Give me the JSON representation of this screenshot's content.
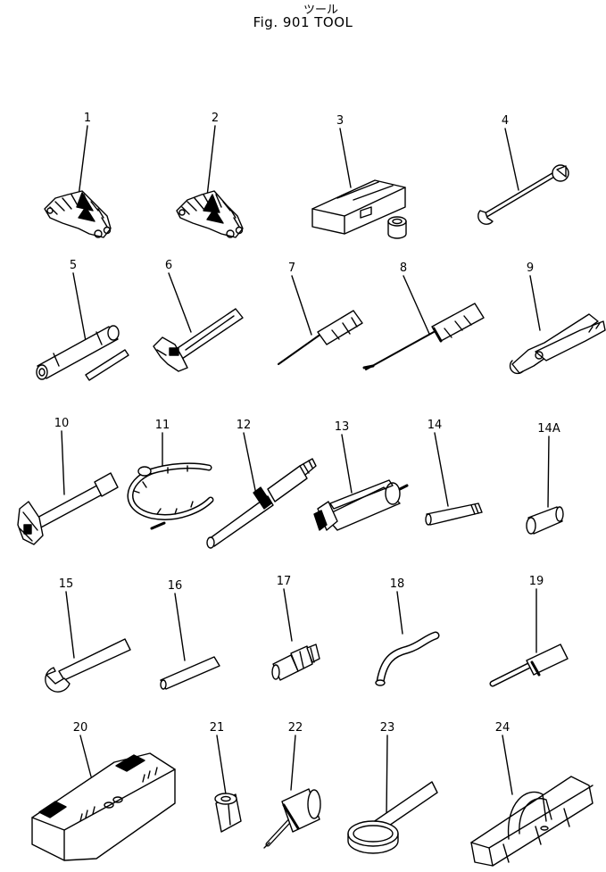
{
  "header": {
    "title_jp": "ツール",
    "title": "Fig. 901  TOOL"
  },
  "parts": [
    {
      "no": "1"
    },
    {
      "no": "2"
    },
    {
      "no": "3"
    },
    {
      "no": "4"
    },
    {
      "no": "5"
    },
    {
      "no": "6"
    },
    {
      "no": "7"
    },
    {
      "no": "8"
    },
    {
      "no": "9"
    },
    {
      "no": "10"
    },
    {
      "no": "11"
    },
    {
      "no": "12"
    },
    {
      "no": "13"
    },
    {
      "no": "14"
    },
    {
      "no": "14A"
    },
    {
      "no": "15"
    },
    {
      "no": "16"
    },
    {
      "no": "17"
    },
    {
      "no": "18"
    },
    {
      "no": "19"
    },
    {
      "no": "20"
    },
    {
      "no": "21"
    },
    {
      "no": "22"
    },
    {
      "no": "23"
    },
    {
      "no": "24"
    }
  ]
}
